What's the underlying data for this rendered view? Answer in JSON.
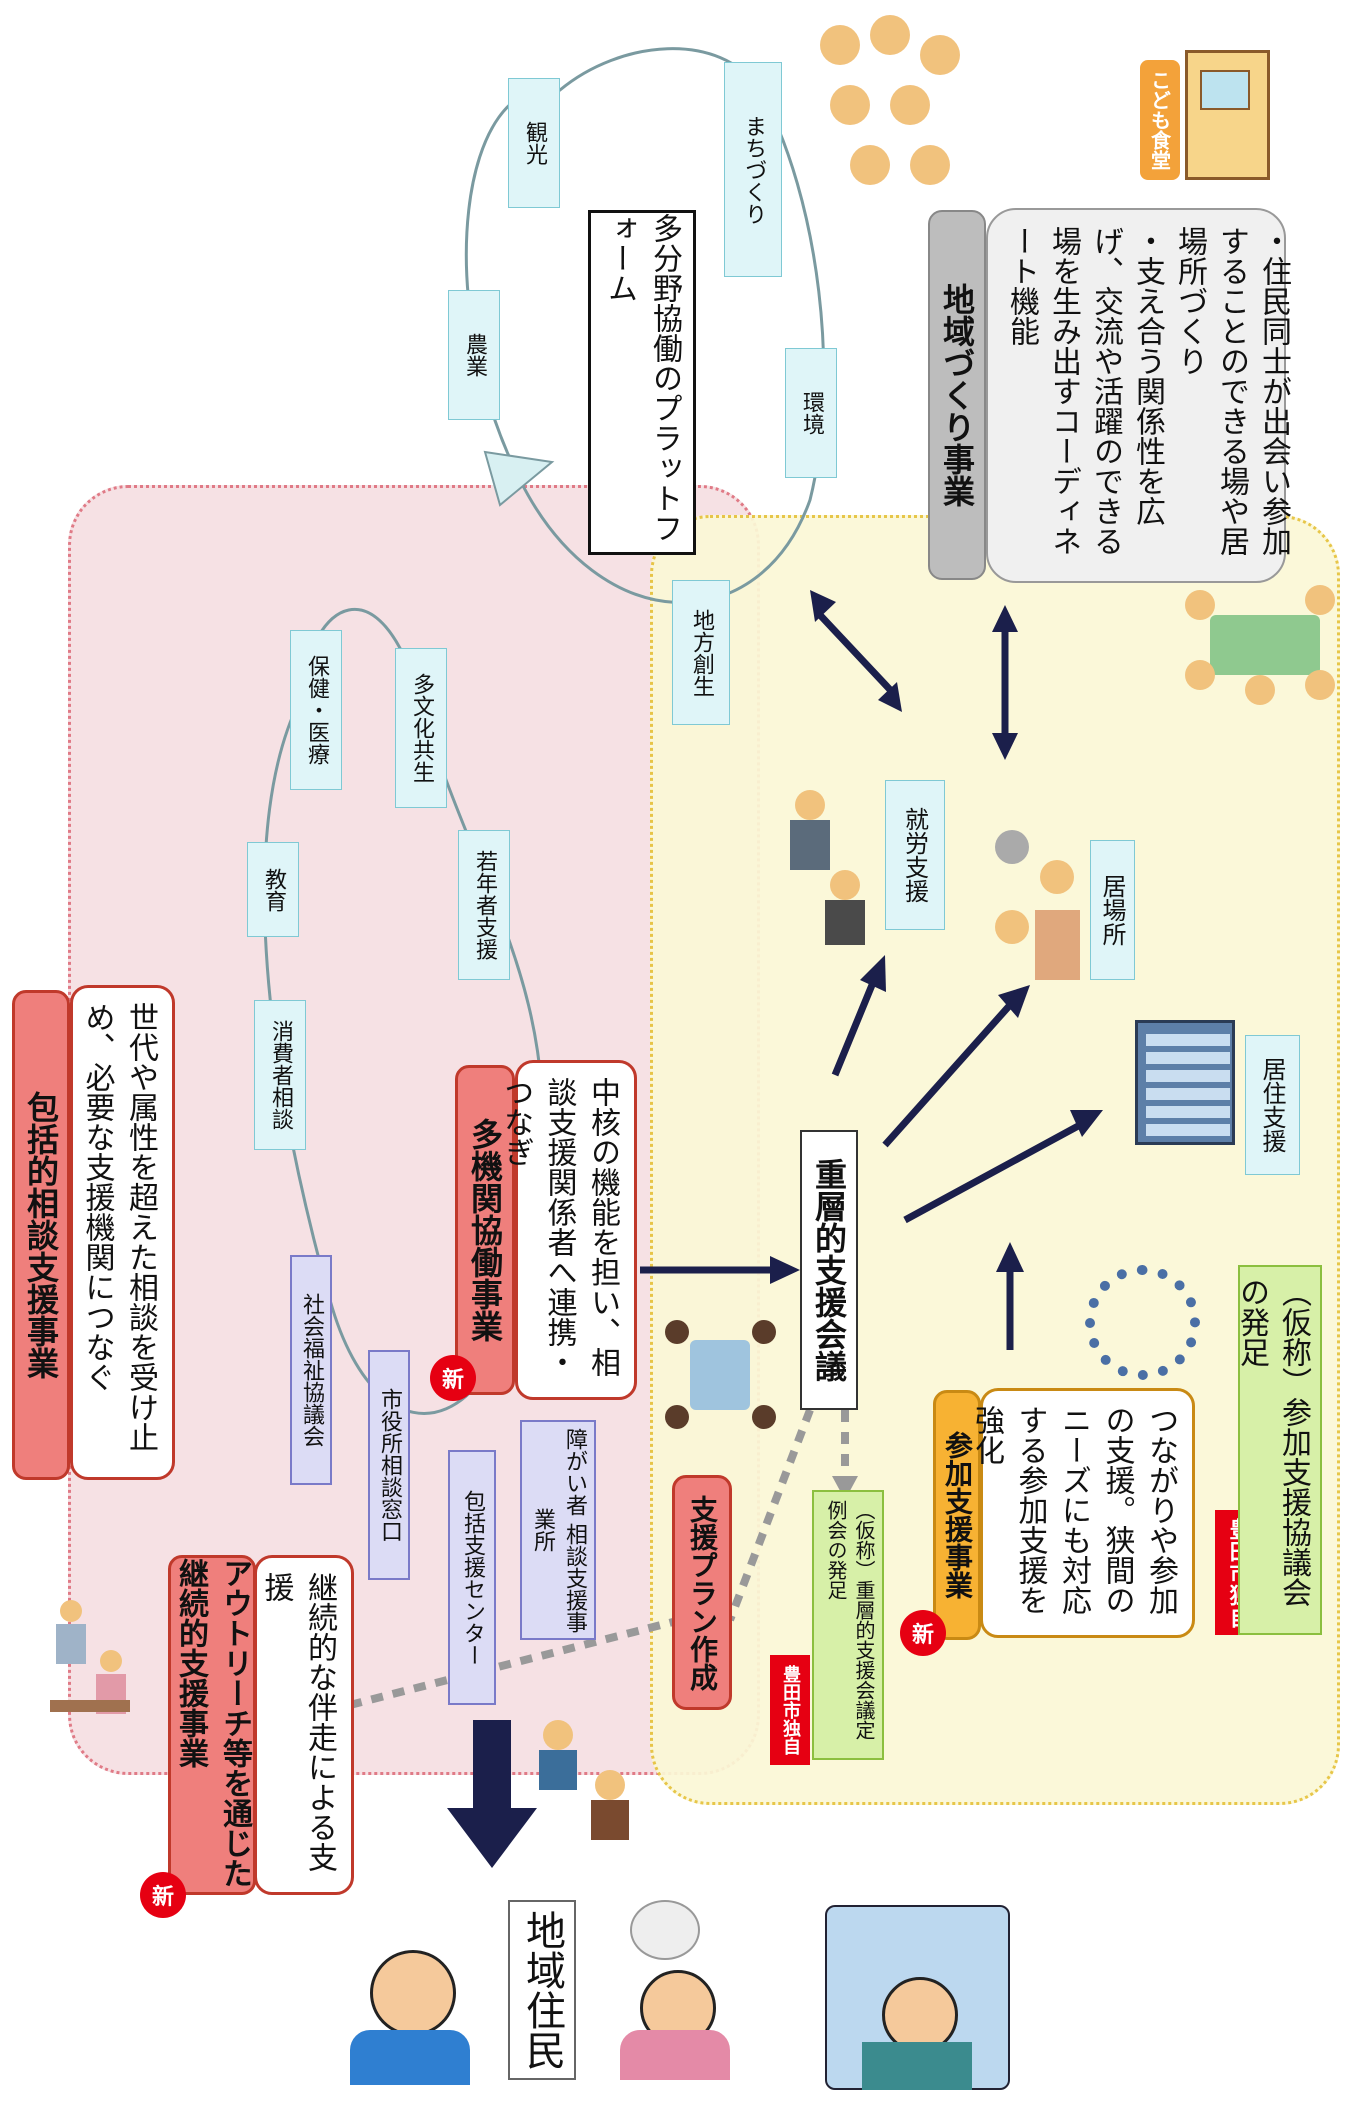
{
  "consult": {
    "title": "包括的相談支援事業",
    "desc": "世代や属性を超えた相談を受け止め、必要な支援機関につなぐ",
    "items": [
      "社会福祉協議会",
      "市役所相談窓口",
      "包括支援センター",
      "障がい者 相談支援事業所"
    ],
    "ring": [
      "消費者相談",
      "教育",
      "保健・医療",
      "多文化共生",
      "若年者支援"
    ]
  },
  "multi": {
    "badge": "新",
    "title": "多機関協働事業",
    "desc": "中核の機能を担い、相談支援関係者へ連携・つなぎ"
  },
  "outreach": {
    "badge": "新",
    "title": "アウトリーチ等を通じた継続的支援事業",
    "desc": "継続的な伴走による支援"
  },
  "residents": {
    "label": "地域住民"
  },
  "plan": {
    "label": "支援プラン作成"
  },
  "juso": {
    "title": "重層的支援会議",
    "independent": "豊田市独自",
    "teirei": "（仮称）重層的支援会議定例会の発足"
  },
  "sanka": {
    "badge": "新",
    "title": "参加支援事業",
    "desc": "つながりや参加の支援。狭間のニーズにも対応する参加支援を強化",
    "independent": "豊田市独自",
    "council": "（仮称）参加支援協議会の発足"
  },
  "supports": [
    "就労支援",
    "居場所",
    "居住支援"
  ],
  "platform": {
    "label": "多分野協働のプラットフォーム",
    "ring": [
      "観光",
      "まちづくり",
      "農業",
      "環境",
      "地方創生"
    ]
  },
  "chiiki": {
    "title": "地域づくり事業",
    "desc": "・住民同士が出会い参加することのできる場や居場所づくり\n・支え合う関係性を広げ、交流や活躍のできる場を生み出すコーディネート機能"
  },
  "kodomo": {
    "sign": "こども食堂"
  },
  "colors": {
    "pink_zone": "#f6e1e4",
    "yellow_zone": "#fbf8d6",
    "red": "#ef7f7c",
    "navy_arrow": "#1b1f4b"
  }
}
